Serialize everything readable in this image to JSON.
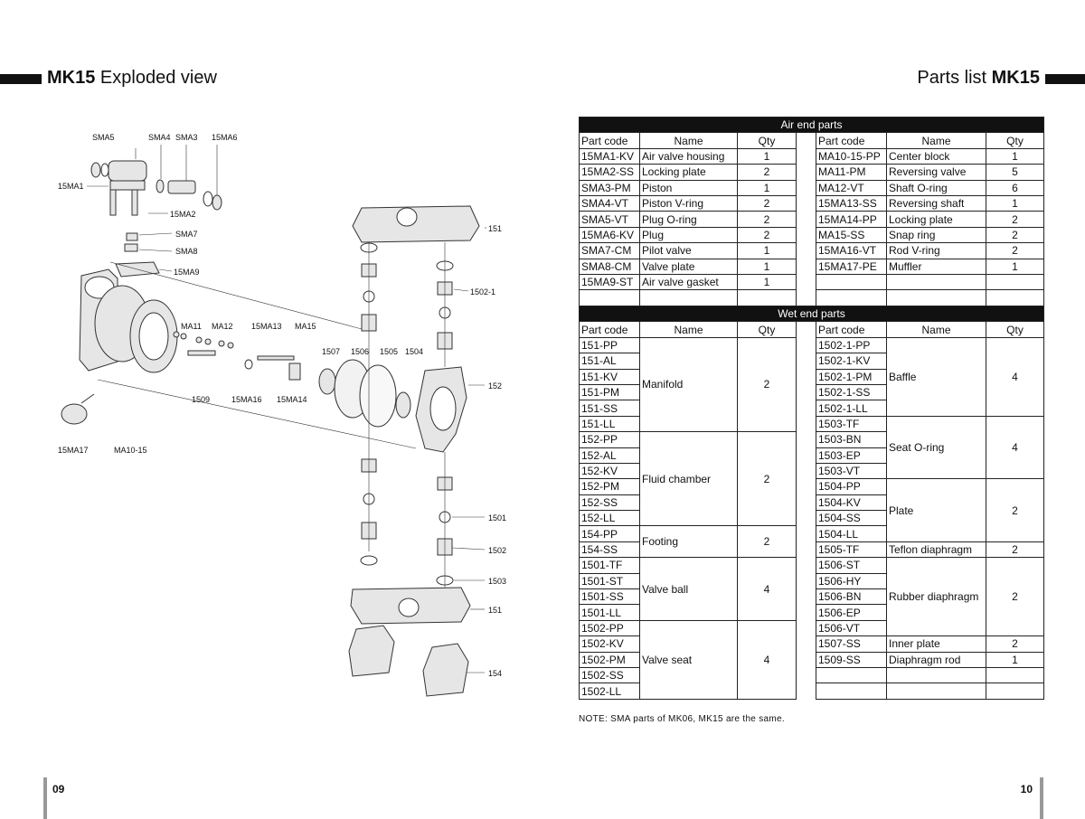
{
  "left_page": {
    "title_model": "MK15",
    "title_text": "Exploded view",
    "page_number": "09"
  },
  "right_page": {
    "title_text": "Parts list",
    "title_model": "MK15",
    "page_number": "10"
  },
  "diagram_labels": {
    "sma5": "SMA5",
    "sma4": "SMA4",
    "sma3": "SMA3",
    "m15ma6": "15MA6",
    "m15ma1": "15MA1",
    "m15ma2": "15MA2",
    "sma7": "SMA7",
    "sma8": "SMA8",
    "m15ma9": "15MA9",
    "ma11": "MA11",
    "ma12": "MA12",
    "m15ma13": "15MA13",
    "ma15": "MA15",
    "p1507": "1507",
    "p1506": "1506",
    "p1505": "1505",
    "p1504": "1504",
    "p1509": "1509",
    "m15ma16": "15MA16",
    "m15ma14": "15MA14",
    "m15ma17": "15MA17",
    "ma10": "MA10-15",
    "p151a": "151",
    "p1502_1": "1502-1",
    "p152": "152",
    "p1501": "1501",
    "p1502": "1502",
    "p1503": "1503",
    "p151b": "151",
    "p154": "154"
  },
  "air_end": {
    "title": "Air end parts",
    "headers": [
      "Part code",
      "Name",
      "Qty",
      "Part code",
      "Name",
      "Qty"
    ],
    "rows": [
      [
        "15MA1-KV",
        "Air valve housing",
        "1",
        "MA10-15-PP",
        "Center block",
        "1"
      ],
      [
        "15MA2-SS",
        "Locking plate",
        "2",
        "MA11-PM",
        "Reversing valve",
        "5"
      ],
      [
        "SMA3-PM",
        "Piston",
        "1",
        "MA12-VT",
        "Shaft O-ring",
        "6"
      ],
      [
        "SMA4-VT",
        "Piston V-ring",
        "2",
        "15MA13-SS",
        "Reversing shaft",
        "1"
      ],
      [
        "SMA5-VT",
        "Plug O-ring",
        "2",
        "15MA14-PP",
        "Locking plate",
        "2"
      ],
      [
        "15MA6-KV",
        "Plug",
        "2",
        "MA15-SS",
        "Snap ring",
        "2"
      ],
      [
        "SMA7-CM",
        "Pilot valve",
        "1",
        "15MA16-VT",
        "Rod V-ring",
        "2"
      ],
      [
        "SMA8-CM",
        "Valve plate",
        "1",
        "15MA17-PE",
        "Muffler",
        "1"
      ],
      [
        "15MA9-ST",
        "Air valve gasket",
        "1",
        "",
        "",
        ""
      ]
    ]
  },
  "wet_end": {
    "title": "Wet end parts",
    "headers": [
      "Part code",
      "Name",
      "Qty",
      "Part code",
      "Name",
      "Qty"
    ],
    "left_groups": [
      {
        "name": "Manifold",
        "qty": "2",
        "codes": [
          "151-PP",
          "151-AL",
          "151-KV",
          "151-PM",
          "151-SS",
          "151-LL"
        ]
      },
      {
        "name": "Fluid chamber",
        "qty": "2",
        "codes": [
          "152-PP",
          "152-AL",
          "152-KV",
          "152-PM",
          "152-SS",
          "152-LL"
        ]
      },
      {
        "name": "Footing",
        "qty": "2",
        "codes": [
          "154-PP",
          "154-SS"
        ]
      },
      {
        "name": "Valve ball",
        "qty": "4",
        "codes": [
          "1501-TF",
          "1501-ST",
          "1501-SS",
          "1501-LL"
        ]
      },
      {
        "name": "Valve seat",
        "qty": "4",
        "codes": [
          "1502-PP",
          "1502-KV",
          "1502-PM",
          "1502-SS",
          "1502-LL"
        ]
      }
    ],
    "right_groups": [
      {
        "name": "Baffle",
        "qty": "4",
        "codes": [
          "1502-1-PP",
          "1502-1-KV",
          "1502-1-PM",
          "1502-1-SS",
          "1502-1-LL"
        ]
      },
      {
        "name": "Seat O-ring",
        "qty": "4",
        "codes": [
          "1503-TF",
          "1503-BN",
          "1503-EP",
          "1503-VT"
        ]
      },
      {
        "name": "Plate",
        "qty": "2",
        "codes": [
          "1504-PP",
          "1504-KV",
          "1504-SS",
          "1504-LL"
        ]
      },
      {
        "name": "Teflon diaphragm",
        "qty": "2",
        "codes": [
          "1505-TF"
        ]
      },
      {
        "name": "Rubber diaphragm",
        "qty": "2",
        "codes": [
          "1506-ST",
          "1506-HY",
          "1506-BN",
          "1506-EP",
          "1506-VT"
        ]
      },
      {
        "name": "Inner plate",
        "qty": "2",
        "codes": [
          "1507-SS"
        ]
      },
      {
        "name": "Diaphragm rod",
        "qty": "1",
        "codes": [
          "1509-SS"
        ]
      },
      {
        "name": "",
        "qty": "",
        "codes": [
          ""
        ]
      },
      {
        "name": "",
        "qty": "",
        "codes": [
          ""
        ]
      }
    ]
  },
  "note": "NOTE: SMA parts of MK06, MK15 are the same."
}
